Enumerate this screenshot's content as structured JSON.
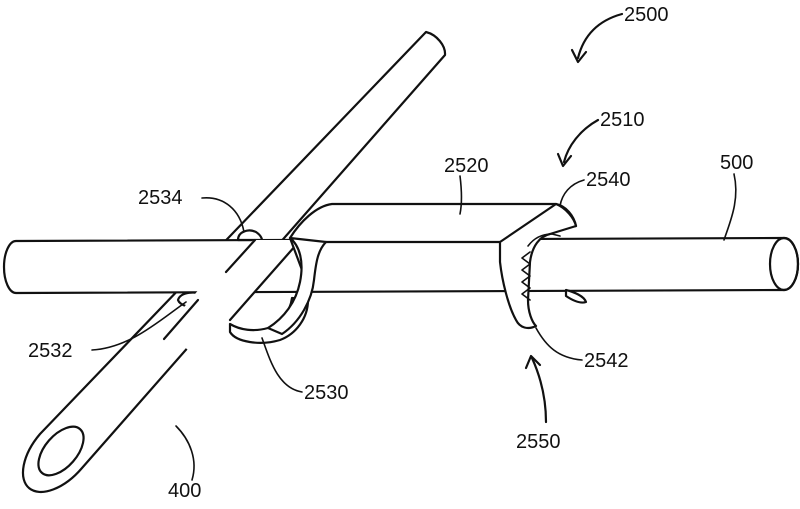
{
  "labels": {
    "figure_ref": "2500",
    "assembly": "2510",
    "top_plate": "2520",
    "clip_body": "2530",
    "lower_tab": "2532",
    "upper_tab": "2534",
    "side_wall": "2540",
    "teeth": "2542",
    "gap": "2550",
    "rod_horizontal": "500",
    "rod_diagonal": "400"
  }
}
